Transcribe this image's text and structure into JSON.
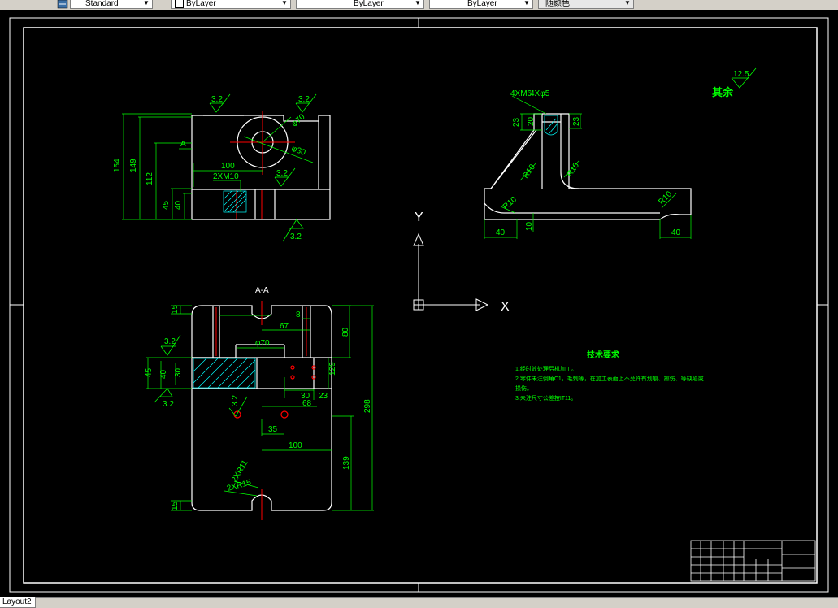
{
  "toolbar": {
    "dimstyle": "Standard",
    "layer": "ByLayer",
    "linetype": "ByLayer",
    "lineweight": "ByLayer",
    "plotstyle": "随颜色"
  },
  "tabs": {
    "active": "Layout2"
  },
  "drawing": {
    "roughness_general": "12.5",
    "roughness_general_label": "其余",
    "roughness_values": [
      "3.2",
      "3.2",
      "3.2",
      "3.2",
      "3.2",
      "3.2",
      "3.2"
    ],
    "section_label": "A-A",
    "section_mark": "A",
    "dims_front": [
      "154",
      "149",
      "112",
      "45",
      "40",
      "100",
      "2XM10",
      "φ70",
      "φ30"
    ],
    "dims_side": [
      "4XM6",
      "4Xφ5",
      "23",
      "20",
      "23",
      "R10",
      "R10",
      "R10",
      "R10",
      "40",
      "10",
      "40"
    ],
    "dims_section": [
      "15",
      "8",
      "67",
      "φ70",
      "80",
      "45",
      "40",
      "30",
      "129",
      "30",
      "23",
      "68",
      "35",
      "100",
      "298",
      "139",
      "2XR11",
      "2XR15",
      "15"
    ],
    "ucs_y": "Y",
    "ucs_x": "X",
    "tech_title": "技术要求",
    "tech_lines": [
      "1.经时效处理后机加工。",
      "2.零件未注倒角C1，毛刺等，在加工表面上不允许有划痕、擦伤、等缺陷或",
      "损伤。",
      "3.未注尺寸公差按IT11。"
    ]
  },
  "colors": {
    "background": "#000000",
    "geometry": "#ffffff",
    "dimension": "#00ff00",
    "text_green": "#00ff00",
    "center_line": "#ff0000",
    "hatch": "#00ffff",
    "toolbar": "#d4d0c8"
  }
}
